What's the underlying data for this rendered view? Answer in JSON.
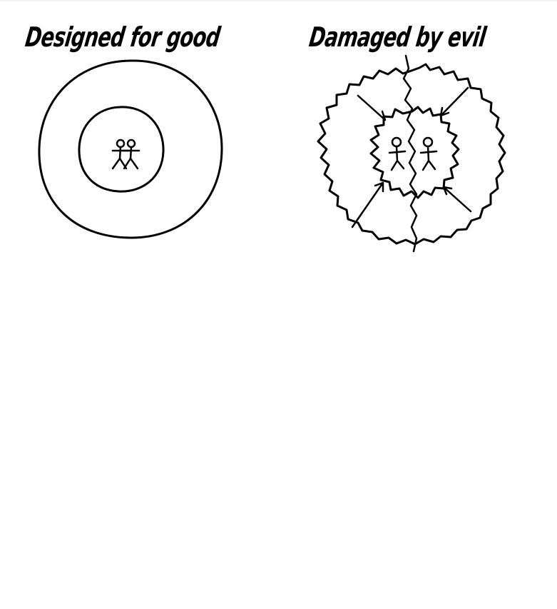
{
  "panels": [
    {
      "caption": "Designed for good",
      "figure_count": 2
    },
    {
      "caption": "Damaged by evil",
      "figure_count": 2
    }
  ],
  "colors": {
    "background": "#ffffff",
    "ink": "#000000"
  }
}
